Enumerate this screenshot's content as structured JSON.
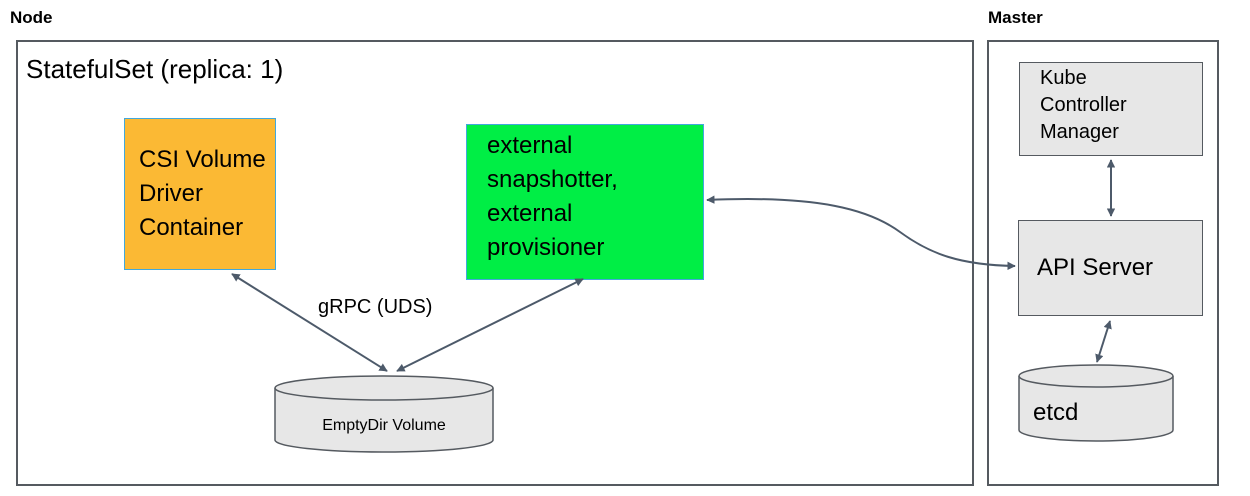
{
  "node": {
    "label": "Node",
    "statefulset_label": "StatefulSet (replica: 1)",
    "csi_driver": {
      "lines": [
        "CSI Volume",
        "Driver",
        "Container"
      ],
      "color": "#fbb934"
    },
    "sidecars": {
      "lines": [
        "external",
        "snapshotter,",
        "external",
        "provisioner"
      ],
      "color": "#00ee45"
    },
    "grpc_label": "gRPC (UDS)",
    "emptydir_label": "EmptyDir Volume"
  },
  "master": {
    "label": "Master",
    "kcm": {
      "lines": [
        "Kube",
        "Controller",
        "Manager"
      ]
    },
    "api_server": "API Server",
    "etcd": "etcd"
  },
  "colors": {
    "frame": "#555a60",
    "arrow": "#4d5a6a",
    "gray_box": "#e7e7e7",
    "box_border_blue": "#42a8dc"
  }
}
